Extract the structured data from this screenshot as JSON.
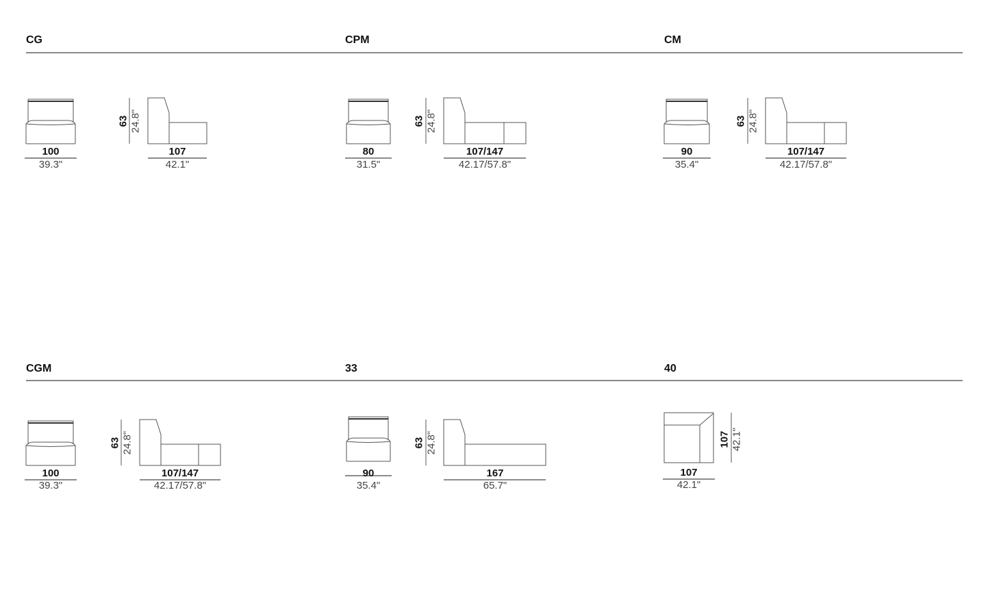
{
  "modules": [
    {
      "title": "CG",
      "width": "100",
      "width_in": "39.3\"",
      "height": "63",
      "height_in": "24.8\"",
      "depth": "107",
      "depth_in": "42.1\""
    },
    {
      "title": "CPM",
      "width": "80",
      "width_in": "31.5\"",
      "height": "63",
      "height_in": "24.8\"",
      "depth": "107/147",
      "depth_in": "42.17/57.8\""
    },
    {
      "title": "CM",
      "width": "90",
      "width_in": "35.4\"",
      "height": "63",
      "height_in": "24.8\"",
      "depth": "107/147",
      "depth_in": "42.17/57.8\""
    },
    {
      "title": "CGM",
      "width": "100",
      "width_in": "39.3\"",
      "height": "63",
      "height_in": "24.8\"",
      "depth": "107/147",
      "depth_in": "42.17/57.8\""
    },
    {
      "title": "33",
      "width": "90",
      "width_in": "35.4\"",
      "height": "63",
      "height_in": "24.8\"",
      "depth": "167",
      "depth_in": "65.7\""
    },
    {
      "title": "40",
      "width": "107",
      "width_in": "42.1\"",
      "depth": "107",
      "depth_in": "42.1\""
    }
  ]
}
